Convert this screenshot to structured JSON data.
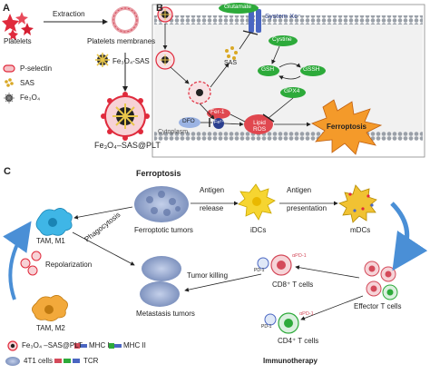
{
  "panel_a": {
    "label": "A",
    "platelets": "Platelets",
    "extraction": "Extraction",
    "platelet_membranes": "Platelets membranes",
    "loading": "Fe₃O₄-SAS",
    "product": "Fe₃O₄–SAS@PLT",
    "legend": [
      "P-selectin",
      "SAS",
      "Fe₃O₄"
    ]
  },
  "panel_b": {
    "label": "B",
    "glutamate": "Glutamate",
    "system_xc": "System Xᴄ⁻",
    "cystine": "Cystine",
    "gsh": "GSH",
    "gssh": "GSSH",
    "gpx4": "GPX4",
    "sas": "SAS",
    "dfo": "DFO",
    "fe2": "Fe²⁺",
    "fe1": "Fer-1",
    "lipid_ros": "Lipid ROS",
    "cytoplasm": "Cytoplasm",
    "ferroptosis": "Ferroptosis"
  },
  "panel_c": {
    "label": "C",
    "ferroptosis_title": "Ferroptosis",
    "ferroptotic_tumors": "Ferroptotic tumors",
    "antigen_release": [
      "Antigen",
      "release"
    ],
    "idcs": "iDCs",
    "antigen_presentation": [
      "Antigen",
      "presentation"
    ],
    "mdcs": "mDCs",
    "tam_m1": "TAM, M1",
    "tam_m2": "TAM, M2",
    "repolarization": "Repolarization",
    "phagocytosis": "Phagocytosis",
    "tumor_killing": "Tumor killing",
    "metastasis_tumors": "Metastasis tumors",
    "cd8": "CD8⁺ T cells",
    "cd4": "CD4⁺ T cells",
    "effector": "Effector T cells",
    "immunotherapy": "Immunotherapy",
    "apd1": "αPD-1",
    "pd1": "PD-1",
    "legend": {
      "np": "Fe₃O₄ –SAS@PLT",
      "mhc1": "MHC I",
      "mhc2": "MHC II",
      "cells": "4T1 cells",
      "tcr": "TCR"
    }
  },
  "colors": {
    "red": "#e02a3c",
    "membrane": "#c9c9c9",
    "tumor": "#8fa2c8",
    "green": "#2daa3a",
    "blue_arrow": "#4a8fd6",
    "macrophage_m1": "#3fb6e6",
    "macrophage_m2": "#f2a93b",
    "dc": "#f6d531",
    "burst": "#f49a2a"
  }
}
